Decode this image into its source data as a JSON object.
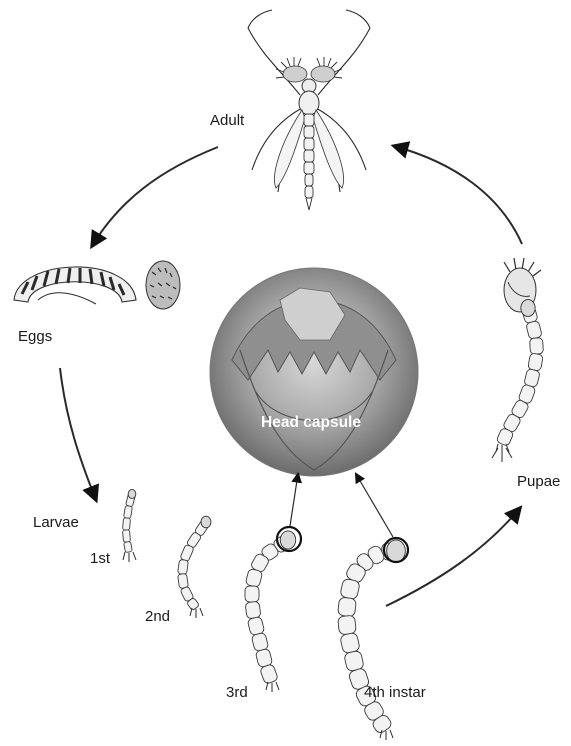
{
  "labels": {
    "adult": "Adult",
    "eggs": "Eggs",
    "larvae": "Larvae",
    "first": "1st",
    "second": "2nd",
    "third": "3rd",
    "fourth": "4th instar",
    "pupae": "Pupae",
    "head_capsule": "Head capsule"
  }
}
